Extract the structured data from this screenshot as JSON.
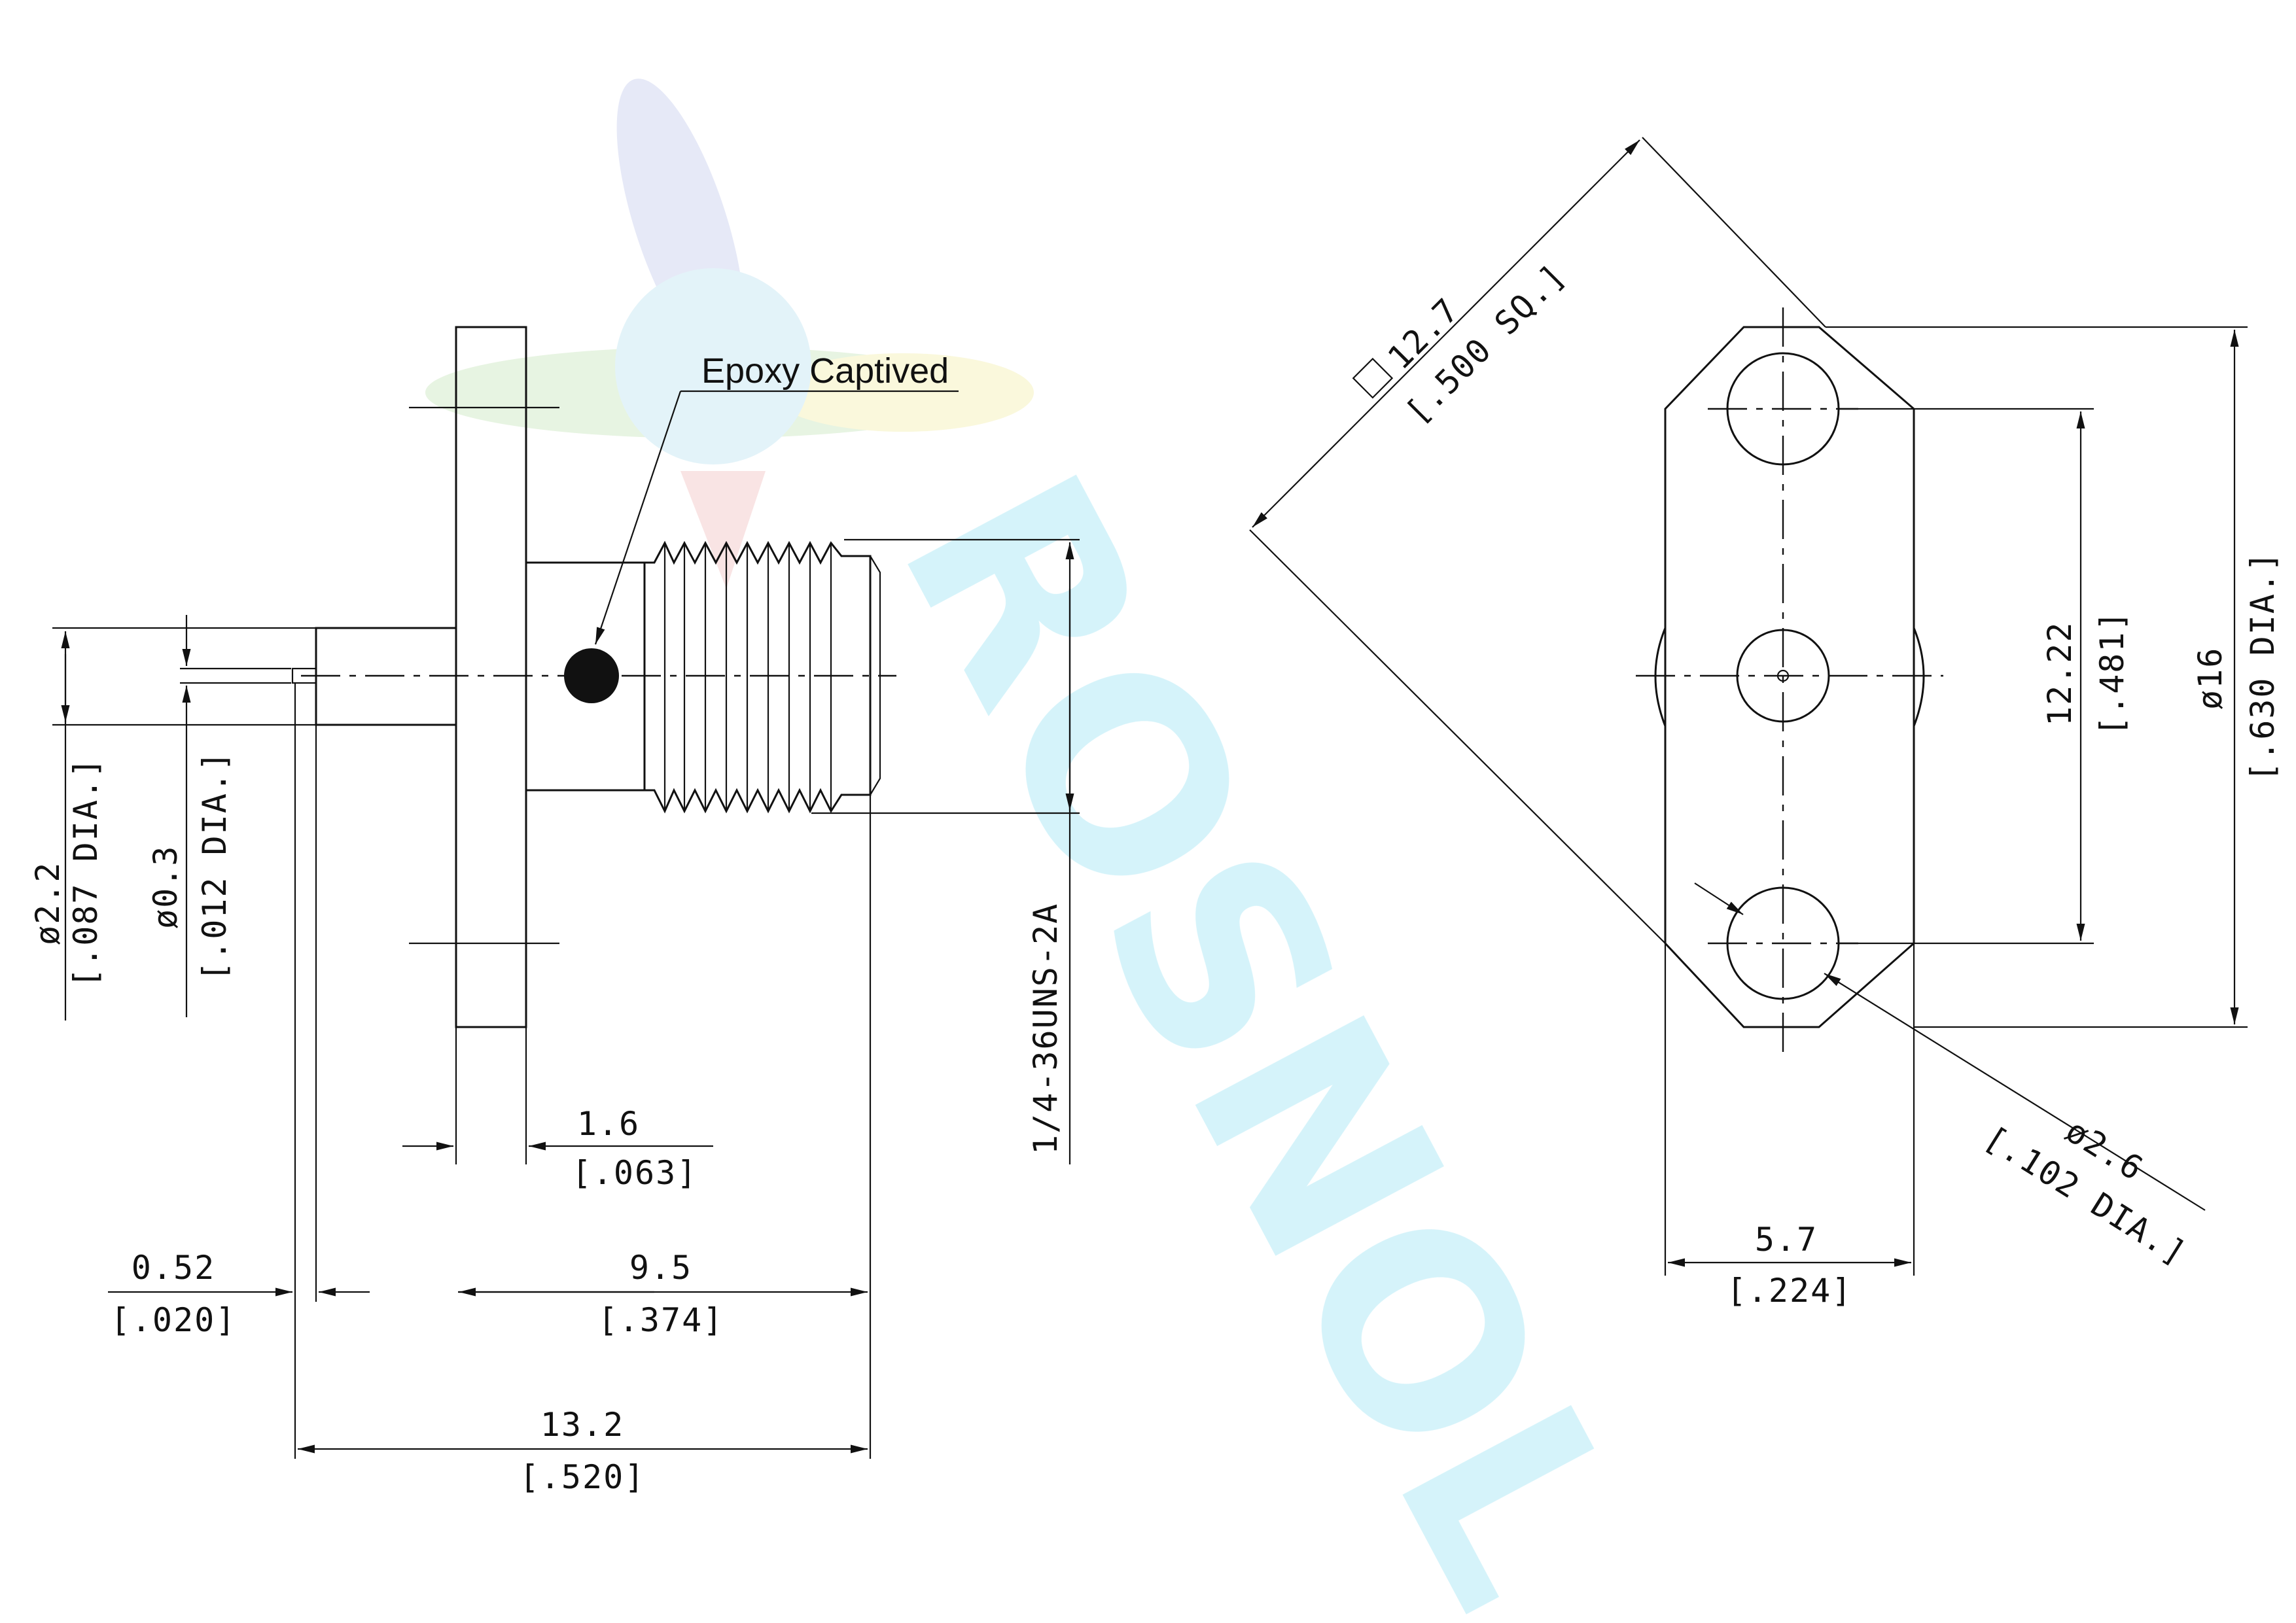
{
  "callout": {
    "label": "Epoxy Captived"
  },
  "watermark": {
    "text": "ROSNOL"
  },
  "side_view": {
    "pin_dia": {
      "metric": "ø2.2",
      "imperial": "[.087 DIA.]"
    },
    "contact_dia": {
      "metric": "ø0.3",
      "imperial": "[.012 DIA.]"
    },
    "thread_spec": "1/4-36UNS-2A",
    "flange_thickness": {
      "metric": "1.6",
      "imperial": "[.063]"
    },
    "pin_step": {
      "metric": "0.52",
      "imperial": "[.020]"
    },
    "body_length": {
      "metric": "9.5",
      "imperial": "[.374]"
    },
    "overall_length": {
      "metric": "13.2",
      "imperial": "[.520]"
    }
  },
  "front_view": {
    "flange_square": {
      "metric": "12.7",
      "imperial": "[.500 SQ.]"
    },
    "hole_spacing": {
      "metric": "12.22",
      "imperial": "[.481]"
    },
    "outer_dia": {
      "metric": "ø16",
      "imperial": "[.630 DIA.]"
    },
    "hole_dia": {
      "metric": "ø2.6",
      "imperial": "[.102 DIA.]"
    },
    "flange_width": {
      "metric": "5.7",
      "imperial": "[.224]"
    }
  },
  "colors": {
    "line": "#111111",
    "watermark_cyan": "#b9ecf7"
  }
}
